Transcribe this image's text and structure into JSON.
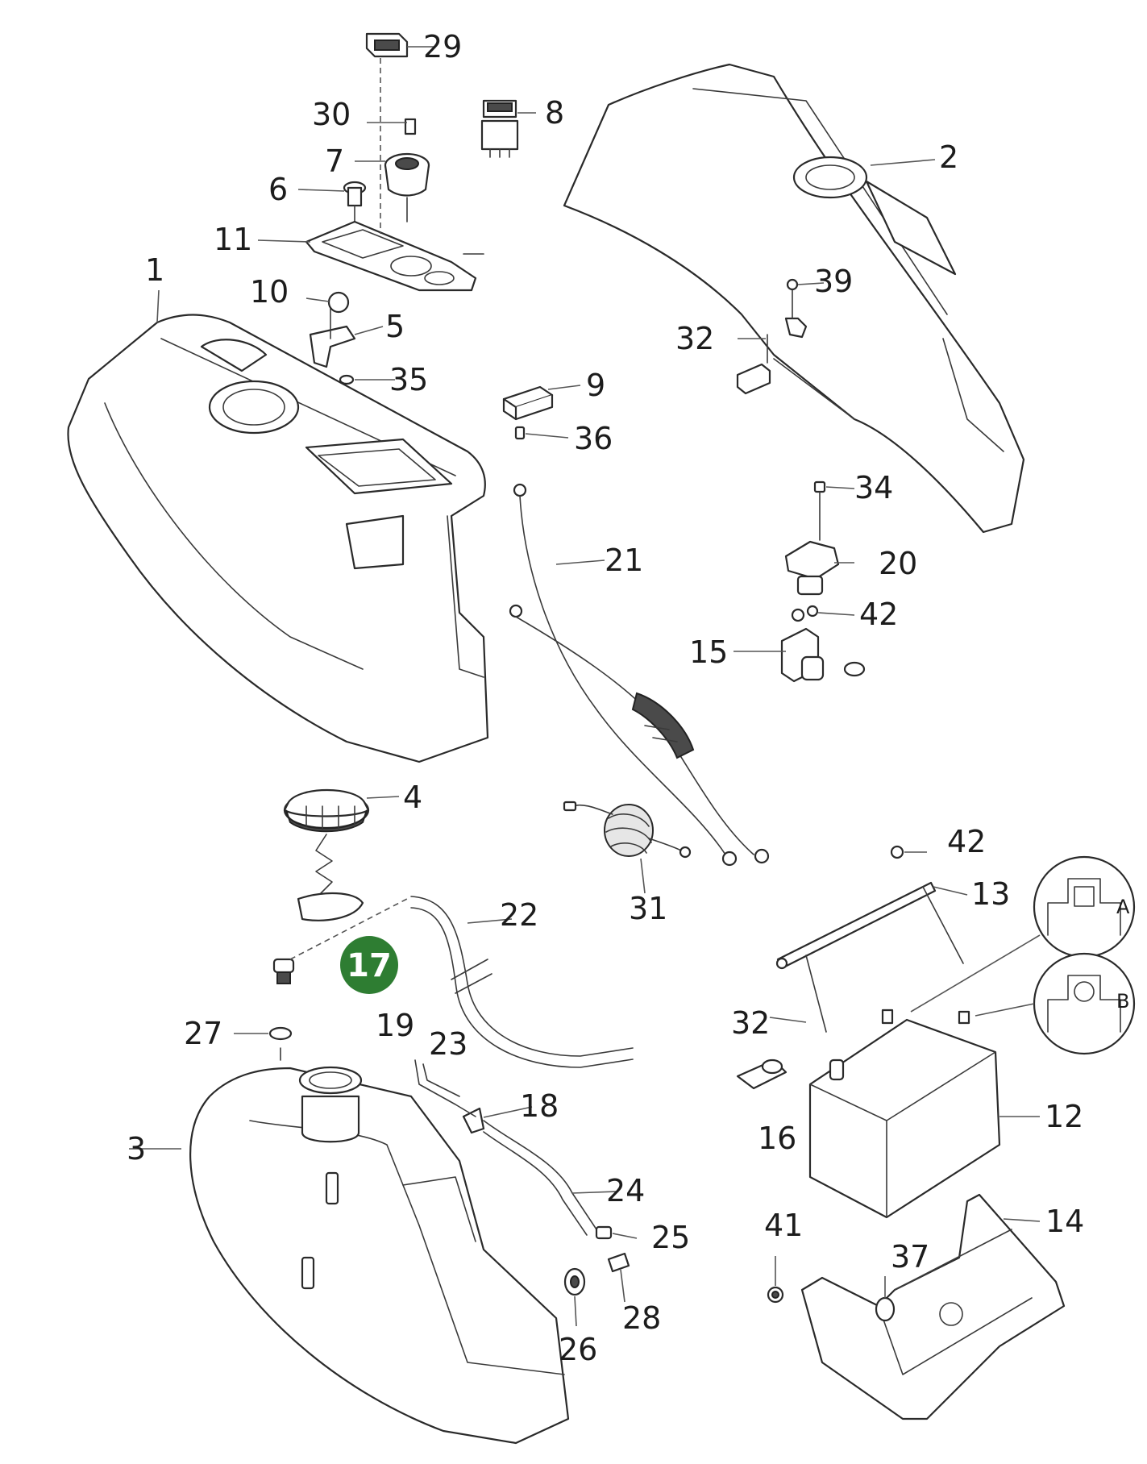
{
  "callouts": {
    "n1": "1",
    "n2": "2",
    "n3": "3",
    "n4": "4",
    "n5": "5",
    "n6": "6",
    "n7": "7",
    "n8": "8",
    "n9": "9",
    "n10": "10",
    "n11": "11",
    "n12": "12",
    "n13": "13",
    "n14": "14",
    "n15": "15",
    "n16": "16",
    "n17": "17",
    "n18": "18",
    "n19": "19",
    "n20": "20",
    "n21": "21",
    "n22": "22",
    "n23": "23",
    "n24": "24",
    "n25": "25",
    "n26": "26",
    "n27": "27",
    "n28": "28",
    "n29": "29",
    "n30": "30",
    "n31": "31",
    "n32a": "32",
    "n32b": "32",
    "n34": "34",
    "n35": "35",
    "n36": "36",
    "n37": "37",
    "n39": "39",
    "n41": "41",
    "n42a": "42",
    "n42b": "42"
  },
  "details": {
    "a": "A",
    "b": "B"
  },
  "highlight": {
    "color": "#2e7d32",
    "part": "17"
  }
}
